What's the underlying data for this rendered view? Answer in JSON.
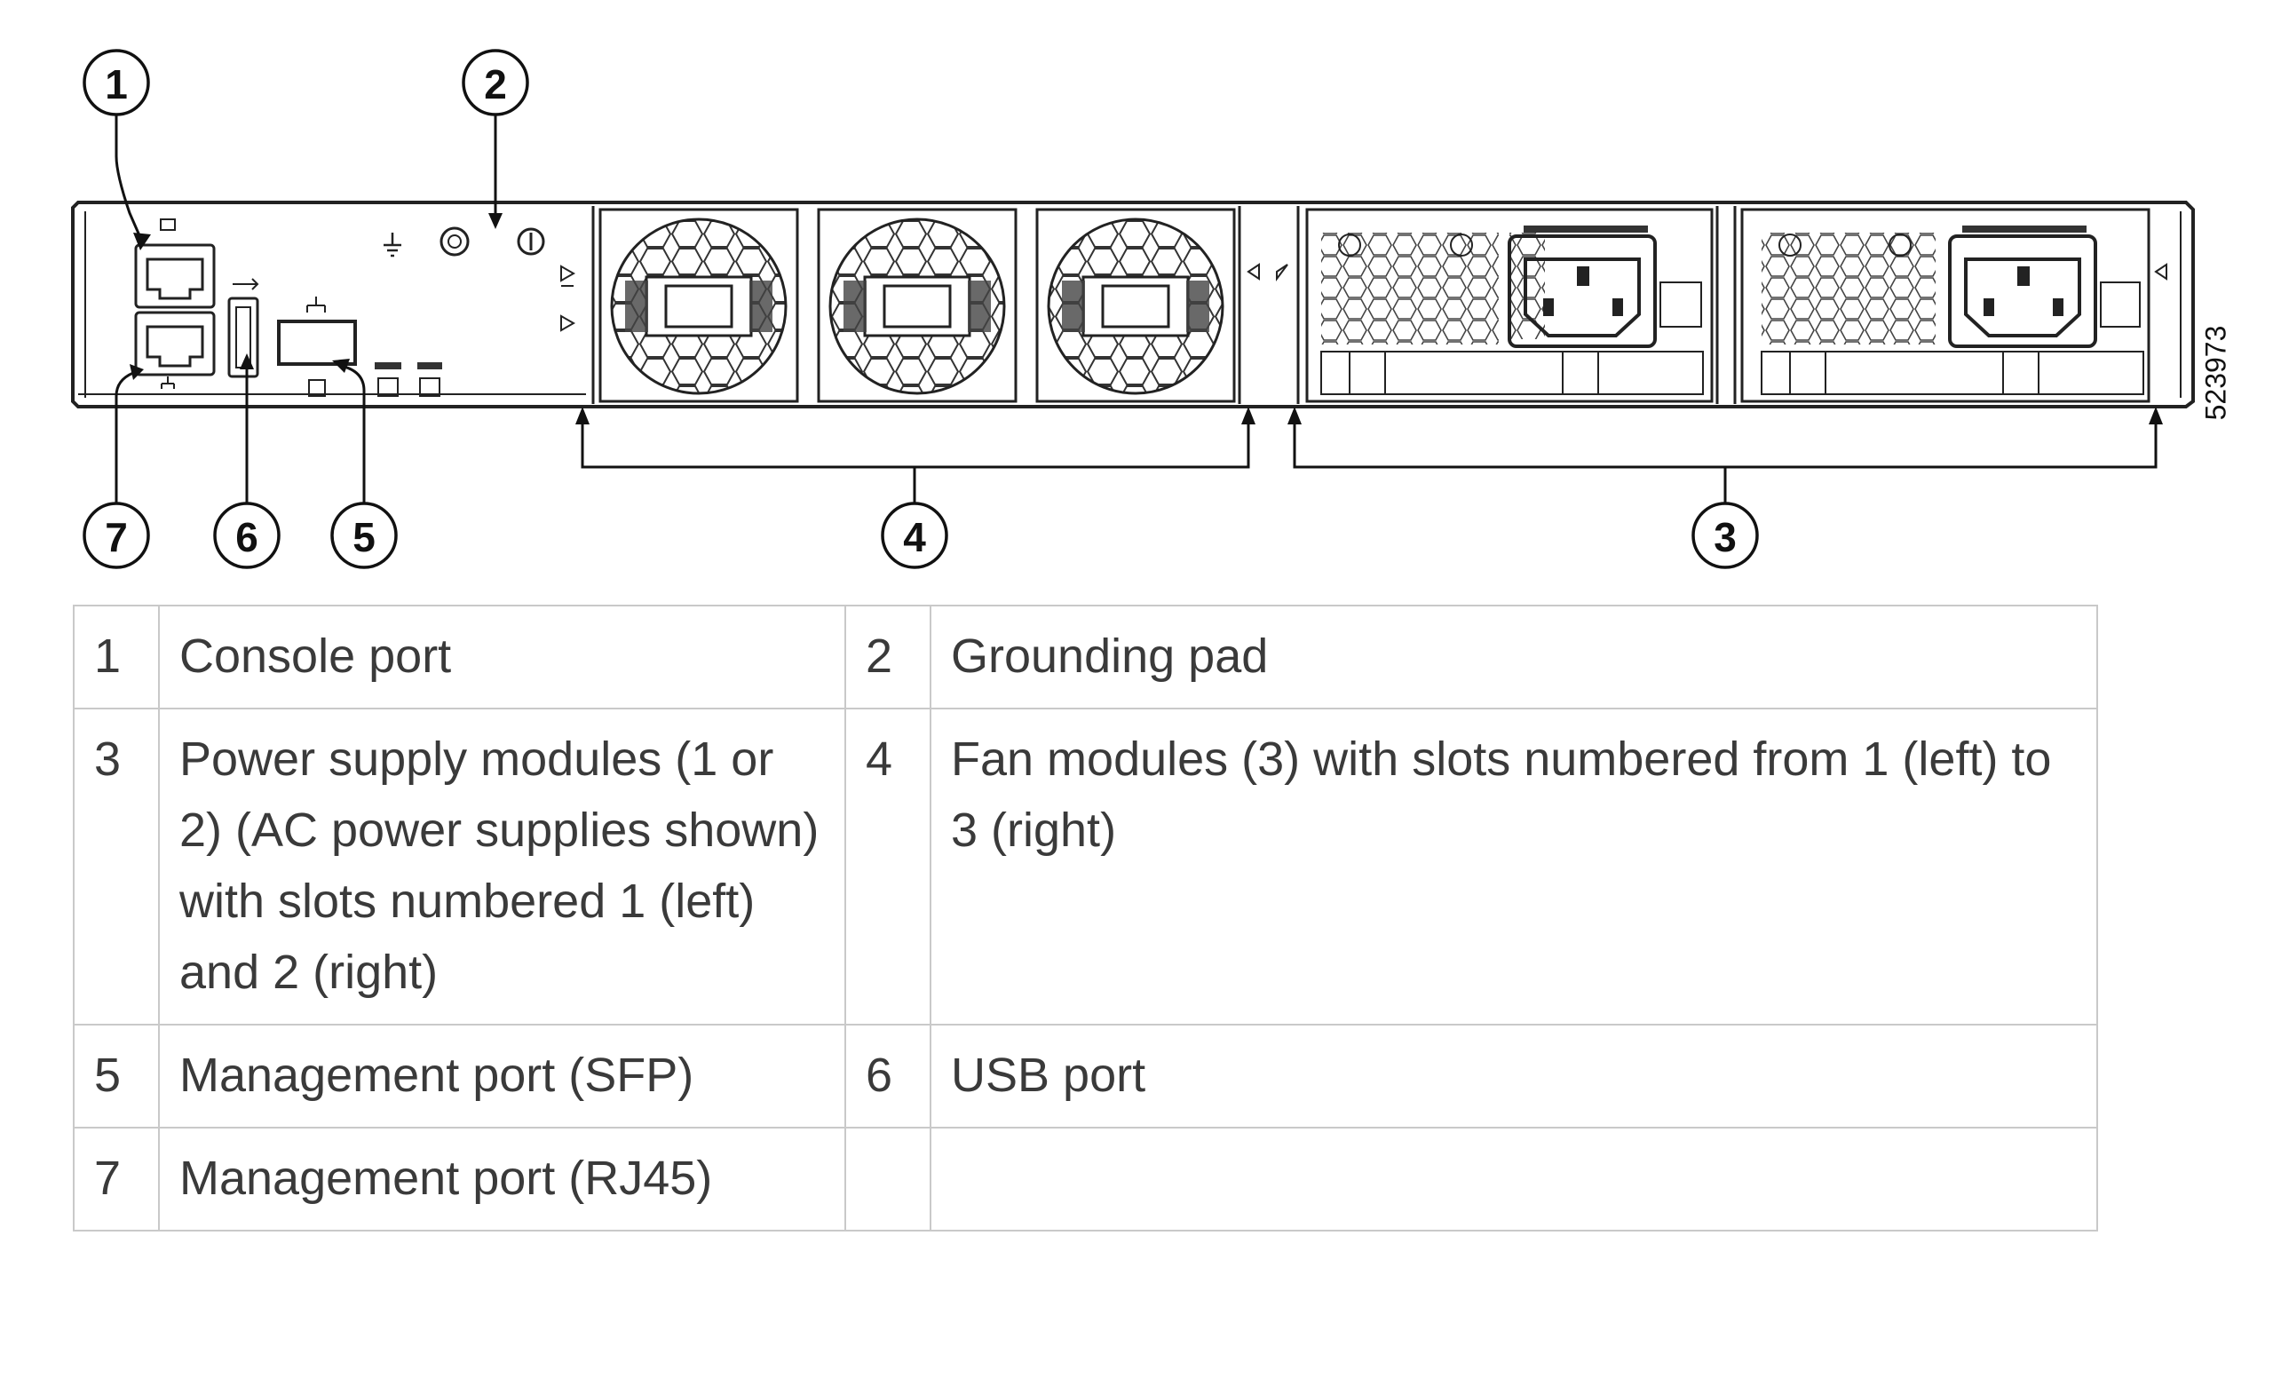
{
  "figure": {
    "figure_id": "523973",
    "callouts": [
      {
        "number": "1"
      },
      {
        "number": "2"
      },
      {
        "number": "3"
      },
      {
        "number": "4"
      },
      {
        "number": "5"
      },
      {
        "number": "6"
      },
      {
        "number": "7"
      }
    ]
  },
  "legend": {
    "rows": [
      [
        {
          "num": "1",
          "text": "Console port"
        },
        {
          "num": "2",
          "text": "Grounding pad"
        }
      ],
      [
        {
          "num": "3",
          "text": "Power supply modules (1 or 2) (AC power supplies shown) with slots numbered 1 (left) and 2 (right)"
        },
        {
          "num": "4",
          "text": "Fan modules (3) with slots numbered from 1 (left) to 3 (right)"
        }
      ],
      [
        {
          "num": "5",
          "text": "Management port (SFP)"
        },
        {
          "num": "6",
          "text": "USB port"
        }
      ],
      [
        {
          "num": "7",
          "text": "Management port (RJ45)"
        },
        {
          "num": "",
          "text": ""
        }
      ]
    ]
  }
}
